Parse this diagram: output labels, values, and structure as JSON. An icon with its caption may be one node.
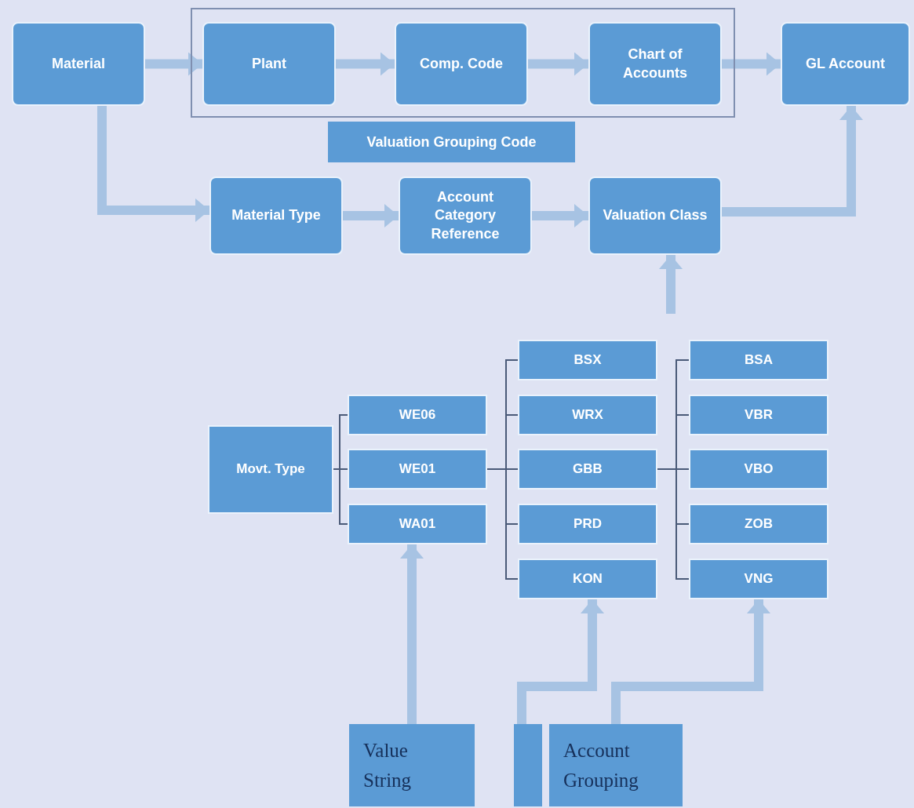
{
  "diagram": {
    "nodes": [
      {
        "text": [
          "Material"
        ]
      },
      {
        "text": [
          "Valuation Grouping Code"
        ]
      },
      {
        "text": [
          "Plant"
        ],
        "in": 1
      },
      {
        "text": [
          "Comp. Code"
        ],
        "in": 1
      },
      {
        "text": [
          "Chart of Accounts"
        ],
        "in": 1
      },
      {
        "text": [
          "GL Account"
        ]
      },
      {
        "text": [
          "Material Type"
        ]
      },
      {
        "text": [
          "Account Category Reference"
        ]
      },
      {
        "text": [
          "Valuation Class"
        ]
      },
      {
        "text": [
          "Movt. Type"
        ]
      },
      {
        "text": [
          "WE06"
        ]
      },
      {
        "text": [
          "WE01"
        ]
      },
      {
        "text": [
          "WA01"
        ]
      },
      {
        "text": [
          "BSX"
        ]
      },
      {
        "text": [
          "WRX"
        ]
      },
      {
        "text": [
          "GBB"
        ]
      },
      {
        "text": [
          "PRD"
        ]
      },
      {
        "text": [
          "KON"
        ]
      },
      {
        "text": [
          "BSA"
        ]
      },
      {
        "text": [
          "VBR"
        ]
      },
      {
        "text": [
          "VBO"
        ]
      },
      {
        "text": [
          "ZOB"
        ]
      },
      {
        "text": [
          "VNG"
        ]
      },
      {
        "text": [
          "Value String"
        ]
      },
      {
        "text": [],
        "shape": "box"
      },
      {
        "text": [
          "Account Grouping"
        ]
      }
    ],
    "edges": [
      {
        "from": 0,
        "to": 2,
        "arrow": "to",
        "style": "thick",
        "color": "#a7c3e3"
      },
      {
        "from": 2,
        "to": 3,
        "arrow": "to",
        "style": "thick",
        "color": "#a7c3e3"
      },
      {
        "from": 3,
        "to": 4,
        "arrow": "to",
        "style": "thick",
        "color": "#a7c3e3"
      },
      {
        "from": 4,
        "to": 5,
        "arrow": "to",
        "style": "thick",
        "color": "#a7c3e3"
      },
      {
        "from": 0,
        "to": 6,
        "arrow": "to",
        "style": "thick",
        "color": "#a7c3e3"
      },
      {
        "from": 6,
        "to": 7,
        "arrow": "to",
        "style": "thick",
        "color": "#a7c3e3"
      },
      {
        "from": 7,
        "to": 8,
        "arrow": "to",
        "style": "thick",
        "color": "#a7c3e3"
      },
      {
        "from": 8,
        "to": 5,
        "arrow": "to",
        "style": "thick",
        "color": "#a7c3e3"
      },
      {
        "from": null,
        "to": 8,
        "arrow": "to",
        "style": "thick",
        "color": "#a7c3e3"
      },
      {
        "from": 9,
        "to": 10,
        "arrow": "none"
      },
      {
        "from": 9,
        "to": 11,
        "arrow": "none"
      },
      {
        "from": 9,
        "to": 12,
        "arrow": "none"
      },
      {
        "from": 11,
        "to": 13,
        "arrow": "none"
      },
      {
        "from": 11,
        "to": 14,
        "arrow": "none"
      },
      {
        "from": 11,
        "to": 15,
        "arrow": "none"
      },
      {
        "from": 11,
        "to": 16,
        "arrow": "none"
      },
      {
        "from": 11,
        "to": 17,
        "arrow": "none"
      },
      {
        "from": 15,
        "to": 18,
        "arrow": "none"
      },
      {
        "from": 15,
        "to": 19,
        "arrow": "none"
      },
      {
        "from": 15,
        "to": 20,
        "arrow": "none"
      },
      {
        "from": 15,
        "to": 21,
        "arrow": "none"
      },
      {
        "from": 15,
        "to": 22,
        "arrow": "none"
      },
      {
        "from": 23,
        "to": 12,
        "arrow": "to",
        "style": "thick",
        "color": "#a7c3e3"
      },
      {
        "from": 24,
        "to": 17,
        "arrow": "to",
        "style": "thick",
        "color": "#a7c3e3"
      },
      {
        "from": 25,
        "to": 22,
        "arrow": "to",
        "style": "thick",
        "color": "#a7c3e3"
      }
    ]
  }
}
